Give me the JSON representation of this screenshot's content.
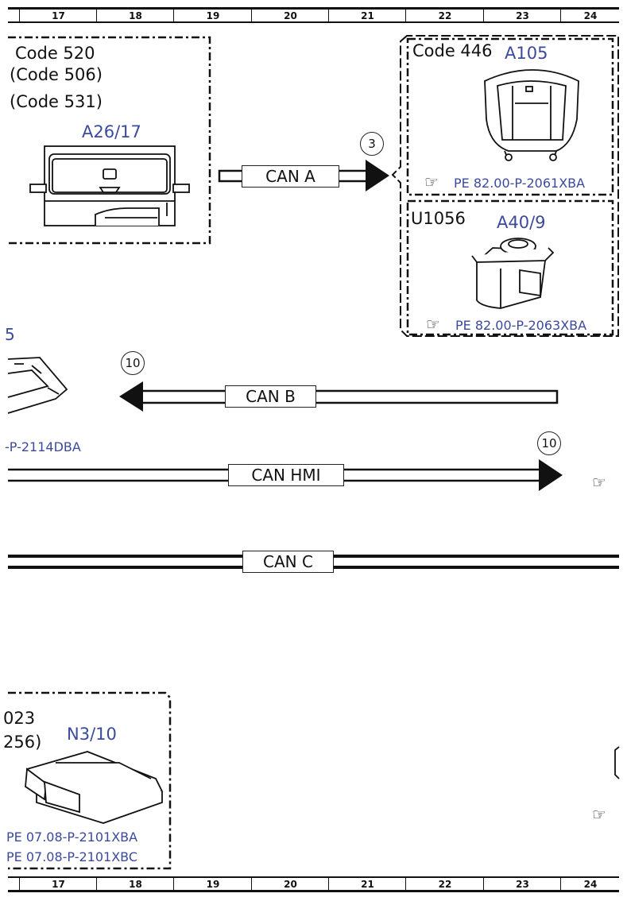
{
  "ruler": {
    "columns": [
      "17",
      "18",
      "19",
      "20",
      "21",
      "22",
      "23",
      "24"
    ]
  },
  "modules": {
    "top_left": {
      "codes": [
        "Code 520",
        "(Code 506)",
        "(Code 531)"
      ],
      "part_id": "A26/17"
    },
    "right_upper": {
      "code": "Code 446",
      "part_id": "A105",
      "reference": "PE 82.00-P-2061XBA"
    },
    "right_lower": {
      "code": "U1056",
      "part_id": "A40/9",
      "reference": "PE 82.00-P-2063XBA"
    },
    "left_mid": {
      "part_id_fragment": "5",
      "reference_fragment": "-P-2114DBA"
    },
    "bottom_left": {
      "codes": [
        "023",
        "256)"
      ],
      "part_id": "N3/10",
      "references": [
        "PE 07.08-P-2101XBA",
        "PE 07.08-P-2101XBC"
      ]
    }
  },
  "buses": {
    "can_a": {
      "label": "CAN A",
      "connector": "3",
      "direction": "right"
    },
    "can_b": {
      "label": "CAN B",
      "connector": "10",
      "direction": "left"
    },
    "can_hmi": {
      "label": "CAN HMI",
      "connector": "10",
      "direction": "right"
    },
    "can_c": {
      "label": "CAN C"
    }
  },
  "colors": {
    "line": "#111111",
    "part_id": "#3b4a9c"
  },
  "icons": {
    "reference": "pointing-hand-icon"
  }
}
